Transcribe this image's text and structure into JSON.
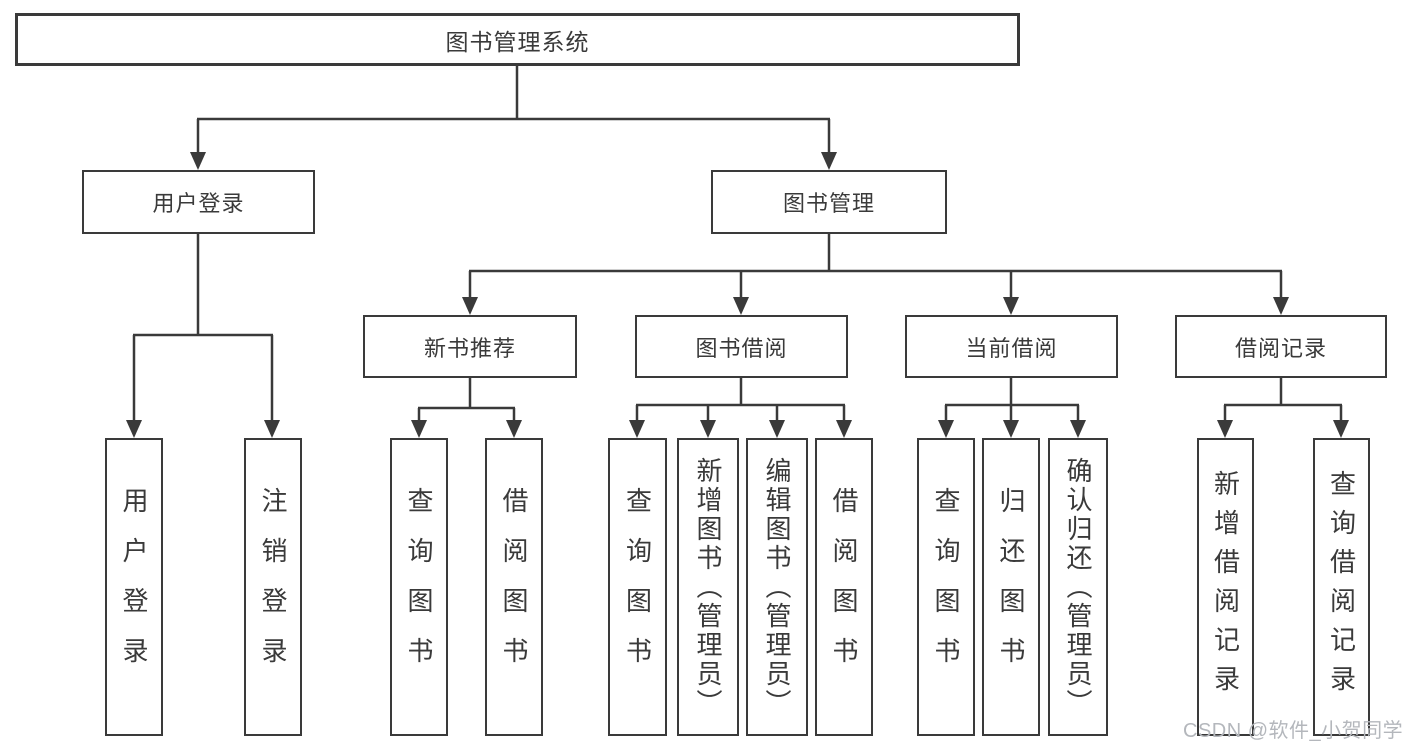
{
  "diagram": {
    "root": "图书管理系统",
    "level2": [
      "用户登录",
      "图书管理"
    ],
    "level3": [
      "新书推荐",
      "图书借阅",
      "当前借阅",
      "借阅记录"
    ],
    "leaves": {
      "user_login": [
        "用户登录",
        "注销登录"
      ],
      "new_book": [
        "查询图书",
        "借阅图书"
      ],
      "book_borrow": [
        "查询图书",
        "新增图书（管理员）",
        "编辑图书（管理员）",
        "借阅图书"
      ],
      "current_borrow": [
        "查询图书",
        "归还图书",
        "确认归还（管理员）"
      ],
      "borrow_records": [
        "新增借阅记录",
        "查询借阅记录"
      ]
    },
    "watermark": "CSDN @软件_小贺同学",
    "colors": {
      "ink": "#3a3a3a",
      "background": "#ffffff",
      "watermark_gray": "#b4b7bc"
    }
  }
}
